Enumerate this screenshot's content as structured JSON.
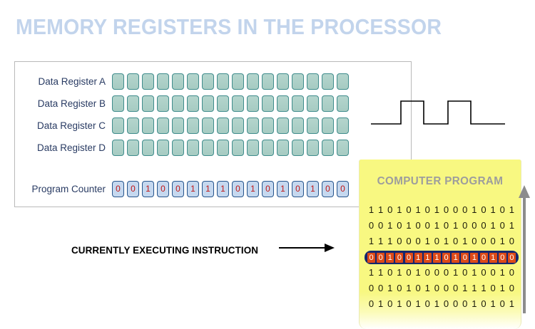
{
  "title": "MEMORY REGISTERS IN THE PROCESSOR",
  "registers_panel": {
    "rows": [
      {
        "label": "Data Register A",
        "cell_count": 16
      },
      {
        "label": "Data Register B",
        "cell_count": 16
      },
      {
        "label": "Data Register C",
        "cell_count": 16
      },
      {
        "label": "Data Register D",
        "cell_count": 16
      }
    ],
    "program_counter": {
      "label": "Program Counter",
      "bits": [
        "0",
        "0",
        "1",
        "0",
        "0",
        "1",
        "1",
        "1",
        "0",
        "1",
        "0",
        "1",
        "0",
        "1",
        "0",
        "0"
      ]
    }
  },
  "clock": {
    "name": "clock-signal-waveform",
    "pulses": 2
  },
  "program_panel": {
    "title": "COMPUTER PROGRAM",
    "rows": [
      {
        "bits": "1101010100010101",
        "highlighted": false
      },
      {
        "bits": "0010100101000101",
        "highlighted": false
      },
      {
        "bits": "1110001010100010",
        "highlighted": false
      },
      {
        "bits": "0010011101010100",
        "highlighted": true
      },
      {
        "bits": "1101010001010010",
        "highlighted": false
      },
      {
        "bits": "0010101000111010",
        "highlighted": false
      },
      {
        "bits": "0101010100010101",
        "highlighted": false
      }
    ]
  },
  "callout": {
    "label": "CURRENTLY EXECUTING INSTRUCTION"
  },
  "colors": {
    "title": "#c2d4ec",
    "register_cell_fill": "#a6cbc2",
    "register_cell_border": "#3f8c8c",
    "pc_cell_fill": "#c5d8ef",
    "pc_cell_border": "#27558c",
    "pc_digit": "#c01515",
    "program_background": "#f8f881",
    "program_title": "#9d9d9d",
    "highlight_background": "#14276e",
    "highlight_bit_fill": "#dd4a18",
    "flow_arrow": "#8c8c8c"
  }
}
